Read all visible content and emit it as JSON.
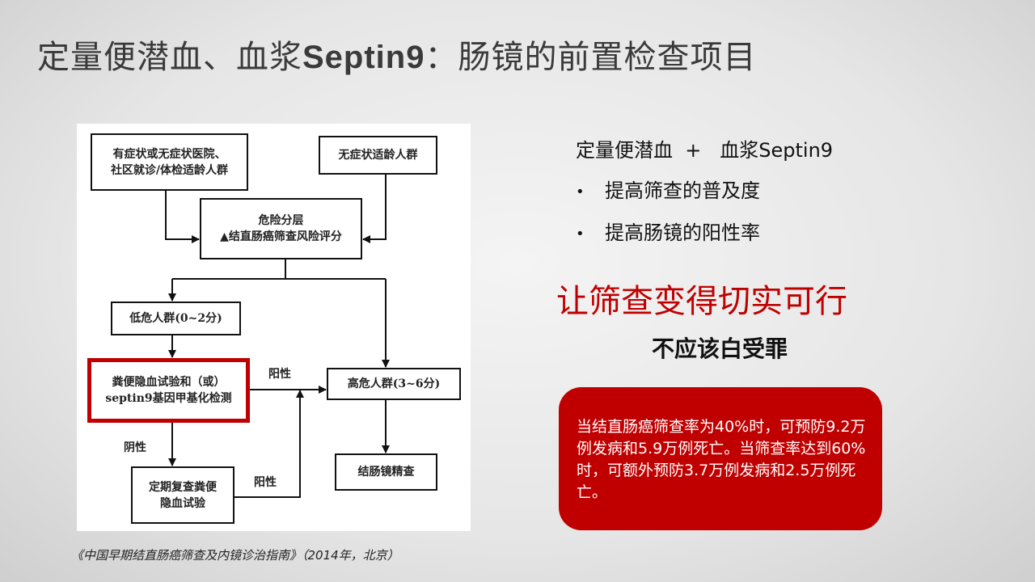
{
  "title": {
    "part1": "定量便潜血、血浆",
    "part2": "Septin9",
    "part3": "：肠镜的前置检查项目"
  },
  "flowchart": {
    "box_symptomatic": [
      "有症状或无症状医院、",
      "社区就诊/体检适龄人群"
    ],
    "box_asymptomatic": "无症状适龄人群",
    "box_risk": [
      "危险分层",
      "▲结直肠癌筛查风险评分"
    ],
    "box_low": "低危人群(0~2分)",
    "box_test": [
      "粪便隐血试验和（或）",
      "septin9基因甲基化检测"
    ],
    "box_high": "高危人群(3~6分)",
    "box_recheck": [
      "定期复查粪便",
      "隐血试验"
    ],
    "box_colonoscopy": "结肠镜精查",
    "label_positive_1": "阳性",
    "label_negative": "阴性",
    "label_positive_2": "阳性",
    "highlight_color": "#c00000"
  },
  "caption": "《中国早期结直肠癌筛查及内镜诊治指南》（2014年，北京）",
  "right": {
    "heading": "定量便潜血  +   血浆Septin9",
    "bullets": [
      "提高筛查的普及度",
      "提高肠镜的阳性率"
    ],
    "bullet_symbol": "•",
    "slogan": "让筛查变得切实可行",
    "subslogan": "不应该白受罪",
    "callout": "当结直肠癌筛查率为40%时，可预防9.2万例发病和5.9万例死亡。当筛查率达到60%时，可额外预防3.7万例发病和2.5万例死亡。"
  }
}
